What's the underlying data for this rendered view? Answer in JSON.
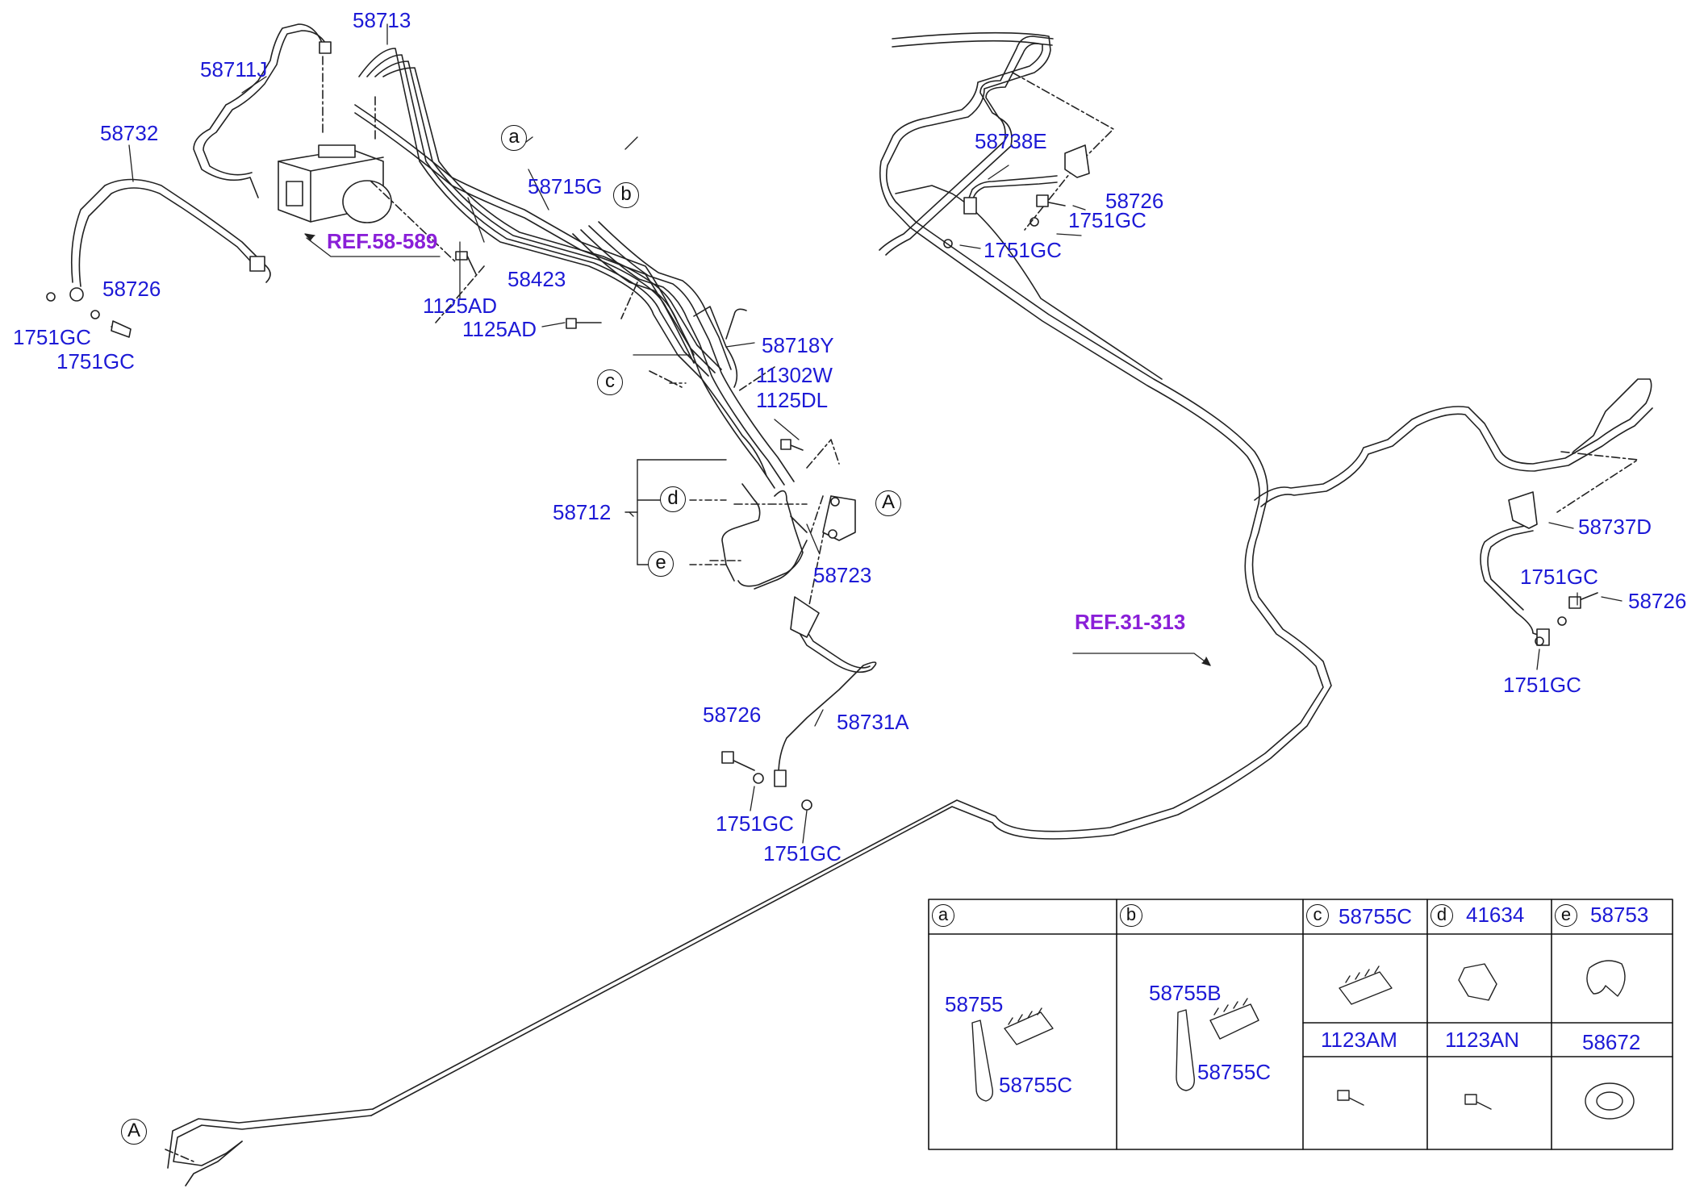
{
  "refs": {
    "ref_abs": "REF.58-589",
    "ref_floor": "REF.31-313"
  },
  "labels": {
    "p58713": "58713",
    "p58711j": "58711J",
    "p58732": "58732",
    "p58715g": "58715G",
    "p58423": "58423",
    "p1125ad_a": "1125AD",
    "p1125ad_b": "1125AD",
    "p58726_left": "58726",
    "p1751gc_l1": "1751GC",
    "p1751gc_l2": "1751GC",
    "p58718y": "58718Y",
    "p11302w": "11302W",
    "p1125dl": "1125DL",
    "p58712": "58712",
    "p58723": "58723",
    "p58726_mid": "58726",
    "p58731a": "58731A",
    "p1751gc_m1": "1751GC",
    "p1751gc_m2": "1751GC",
    "p58738e": "58738E",
    "p58726_tr": "58726",
    "p1751gc_tr1": "1751GC",
    "p1751gc_tr2": "1751GC",
    "p58737d": "58737D",
    "p1751gc_r1": "1751GC",
    "p58726_r": "58726",
    "p1751gc_r2": "1751GC"
  },
  "callouts": {
    "a": "a",
    "b": "b",
    "c": "c",
    "d": "d",
    "e": "e",
    "A1": "A",
    "A2": "A"
  },
  "table": {
    "headers": [
      {
        "letter": "a",
        "part": ""
      },
      {
        "letter": "b",
        "part": ""
      },
      {
        "letter": "c",
        "part": "58755C"
      },
      {
        "letter": "d",
        "part": "41634"
      },
      {
        "letter": "e",
        "part": "58753"
      }
    ],
    "a_parts": [
      "58755",
      "58755C"
    ],
    "b_parts": [
      "58755B",
      "58755C"
    ],
    "row2": [
      "1123AM",
      "1123AN",
      "58672"
    ]
  },
  "colors": {
    "label": "#1d1ad6",
    "ref": "#8a1fd8",
    "line": "#222222"
  }
}
